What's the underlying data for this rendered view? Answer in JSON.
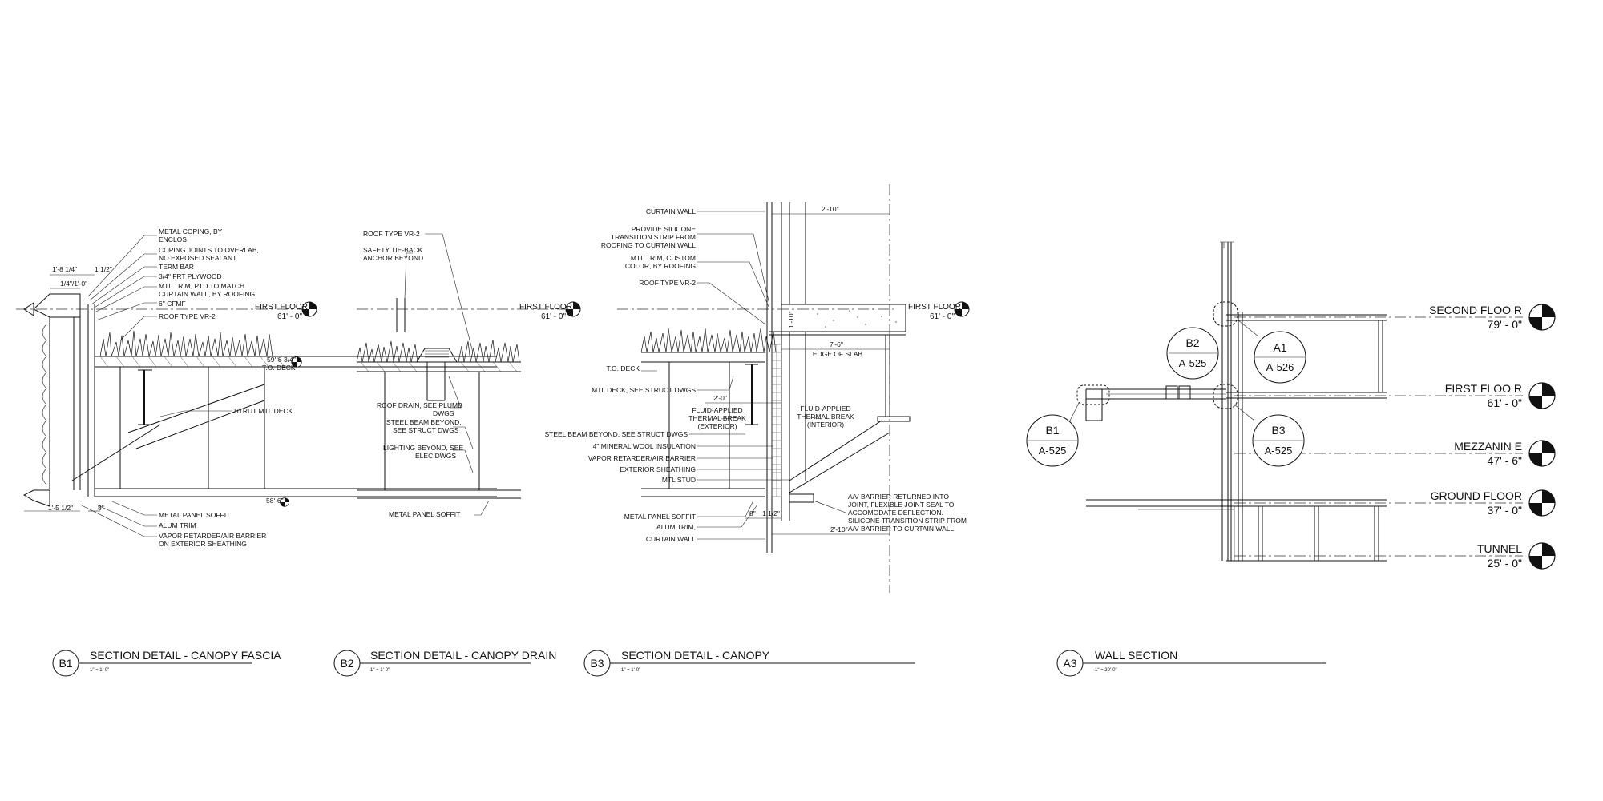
{
  "details": {
    "b1": {
      "tag": "B1",
      "title": "SECTION DETAIL - CANOPY FASCIA",
      "scale": "1\" = 1'-0\"",
      "dims": [
        "1'-8 1/4\"",
        "1 1/2\"",
        "1/4\"/1'-0\"",
        "1'-5 1/2\"",
        "8\""
      ],
      "notes": [
        "METAL COPING, BY",
        "ENCLOS",
        "COPING JOINTS TO OVERLAB,",
        "NO EXPOSED SEALANT",
        "TERM BAR",
        "3/4\" FRT PLYWOOD",
        "MTL TRIM, PTD TO MATCH",
        "CURTAIN WALL, BY ROOFING",
        "6\" CFMF",
        "ROOF TYPE VR-2",
        "STRUT MTL DECK",
        "METAL PANEL SOFFIT",
        "ALUM TRIM",
        "VAPOR RETARDER/AIR BARRIER",
        "ON EXTERIOR SHEATHING"
      ],
      "levels": [
        {
          "name": "FIRST FLOOR",
          "elev": "61' - 0\""
        },
        {
          "name": "T.O. DECK",
          "elev": "59'-8 3/4\""
        },
        {
          "name": "",
          "elev": "58'-6\""
        }
      ]
    },
    "b2": {
      "tag": "B2",
      "title": "SECTION DETAIL - CANOPY DRAIN",
      "scale": "1\" = 1'-0\"",
      "notes": [
        "ROOF TYPE VR-2",
        "SAFETY TIE-BACK",
        "ANCHOR BEYOND",
        "ROOF DRAIN, SEE PLUMB",
        "DWGS",
        "STEEL BEAM BEYOND,",
        "SEE STRUCT DWGS",
        "LIGHTING BEYOND, SEE",
        "ELEC DWGS",
        "METAL PANEL SOFFIT"
      ],
      "level": {
        "name": "FIRST FLOOR",
        "elev": "61' - 0\""
      }
    },
    "b3": {
      "tag": "B3",
      "title": "SECTION DETAIL - CANOPY",
      "scale": "1\" = 1'-0\"",
      "dims": [
        "2'-10\"",
        "7'-6\"",
        "2'-0\"",
        "1'-10\"",
        "8\"",
        "1 1/2\"",
        "2'-10\""
      ],
      "notes_left": [
        "CURTAIN WALL",
        "PROVIDE SILICONE",
        "TRANSITION STRIP FROM",
        "ROOFING TO CURTAIN WALL",
        "MTL TRIM, CUSTOM",
        "COLOR, BY ROOFING",
        "ROOF TYPE VR-2",
        "T.O. DECK",
        "MTL DECK, SEE STRUCT DWGS",
        "STEEL BEAM BEYOND, SEE STRUCT DWGS",
        "4\" MINERAL WOOL INSULATION",
        "VAPOR RETARDER/AIR BARRIER",
        "EXTERIOR SHEATHING",
        "MTL STUD",
        "METAL PANEL SOFFIT",
        "ALUM TRIM,",
        "CURTAIN WALL"
      ],
      "notes_mid": [
        "FLUID-APPLIED",
        "THERMAL BREAK",
        "(EXTERIOR)",
        "FLUID-APPLIED",
        "THERMAL BREAK",
        "(INTERIOR)",
        "EDGE OF SLAB"
      ],
      "notes_right": [
        "A/V BARRIER RETURNED INTO",
        "JOINT, FLEXIBLE JOINT SEAL TO",
        "ACCOMODATE DEFLECTION.",
        "SILICONE TRANSITION STRIP FROM",
        "A/V BARRIER TO CURTAIN WALL."
      ],
      "level": {
        "name": "FIRST FLOOR",
        "elev": "61' - 0\""
      }
    },
    "a3": {
      "tag": "A3",
      "title": "WALL SECTION",
      "scale": "1\" = 20'-0\"",
      "callouts": [
        {
          "top": "B2",
          "bottom": "A-525"
        },
        {
          "top": "A1",
          "bottom": "A-526"
        },
        {
          "top": "B1",
          "bottom": "A-525"
        },
        {
          "top": "B3",
          "bottom": "A-525"
        }
      ],
      "levels": [
        {
          "name": "SECOND FLOO R",
          "elev": "79' - 0\""
        },
        {
          "name": "FIRST FLOO R",
          "elev": "61' - 0\""
        },
        {
          "name": "MEZZANIN E",
          "elev": "47' - 6\""
        },
        {
          "name": "GROUND FLOOR",
          "elev": "37' - 0\""
        },
        {
          "name": "TUNNEL",
          "elev": "25' - 0\""
        }
      ]
    }
  }
}
